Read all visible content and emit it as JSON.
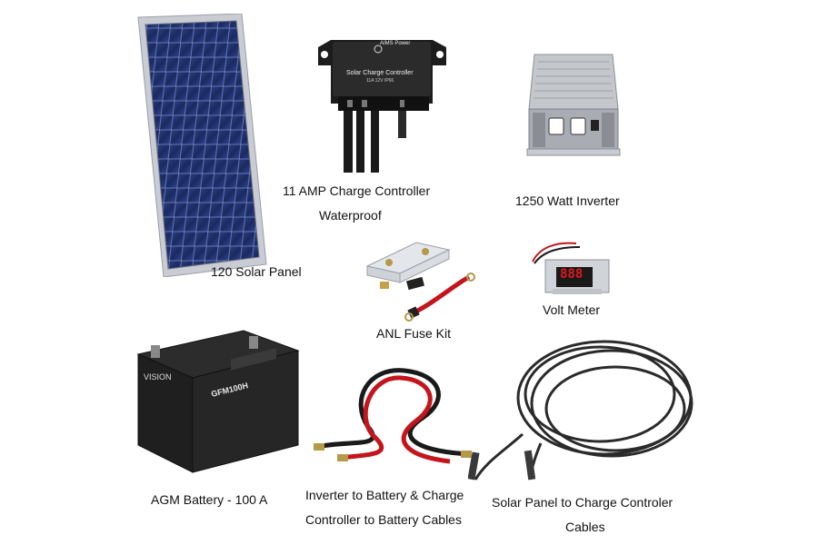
{
  "items": {
    "solar_panel": {
      "label": "120 Solar Panel"
    },
    "charge_controller": {
      "label_line1": "11 AMP Charge Controller",
      "label_line2": "Waterproof",
      "brand": "AIMS Power",
      "device_text": "Solar Charge Controller",
      "spec_text": "11A 12V IP66"
    },
    "inverter": {
      "label": "1250 Watt Inverter"
    },
    "fuse_kit": {
      "label": "ANL Fuse Kit"
    },
    "volt_meter": {
      "label": "Volt Meter",
      "display": "888"
    },
    "battery": {
      "label": "AGM Battery - 100 A",
      "model": "GFM100H"
    },
    "battery_cables": {
      "label_line1": "Inverter to Battery & Charge",
      "label_line2": "Controller to Battery Cables"
    },
    "panel_cables": {
      "label_line1": "Solar Panel to Charge Controler",
      "label_line2": "Cables"
    }
  },
  "colors": {
    "panel_cell": "#1f2f6a",
    "panel_frame": "#c9ccd2",
    "controller_body": "#1c1c1c",
    "inverter_body": "#b5b8bd",
    "battery_body": "#222222",
    "cable_red": "#c4151c",
    "cable_black": "#1a1a1a",
    "led_red": "#e0161b"
  }
}
